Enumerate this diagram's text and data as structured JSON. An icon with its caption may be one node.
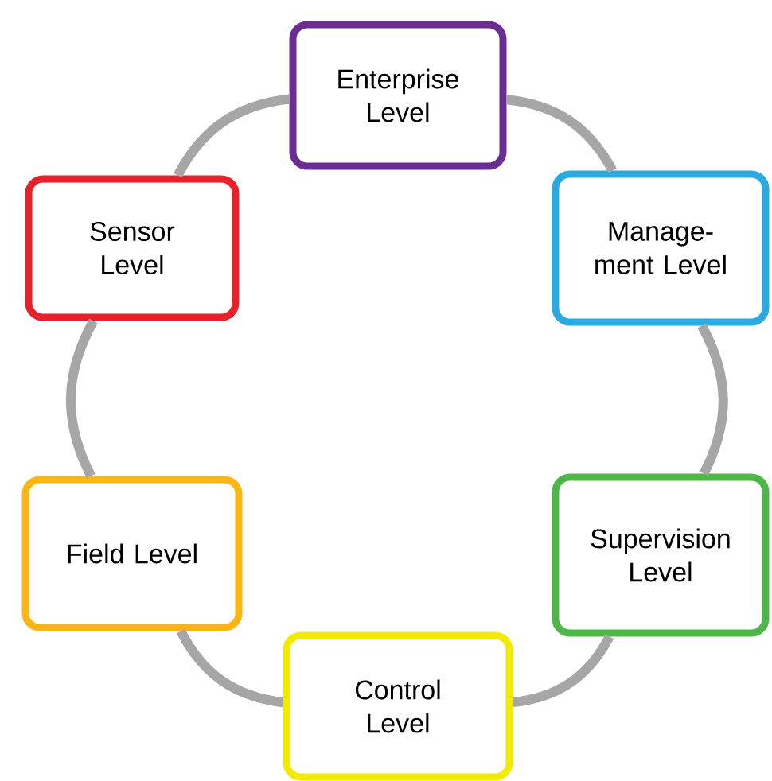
{
  "diagram": {
    "nodes": [
      {
        "text": [
          "Enterprise Level"
        ]
      },
      {
        "text": [
          "Manage-ment Level"
        ]
      },
      {
        "text": [
          "Supervision Level"
        ]
      },
      {
        "text": [
          "Control Level"
        ]
      },
      {
        "text": [
          "Field Level"
        ]
      },
      {
        "text": [
          "Sensor Level"
        ]
      }
    ],
    "edges": [
      {
        "from": 0,
        "to": 1,
        "arrow": "none"
      },
      {
        "from": 1,
        "to": 2,
        "arrow": "none"
      },
      {
        "from": 2,
        "to": 3,
        "arrow": "none"
      },
      {
        "from": 3,
        "to": 4,
        "arrow": "none"
      },
      {
        "from": 4,
        "to": 5,
        "arrow": "none"
      },
      {
        "from": 5,
        "to": 0,
        "arrow": "none"
      }
    ]
  }
}
